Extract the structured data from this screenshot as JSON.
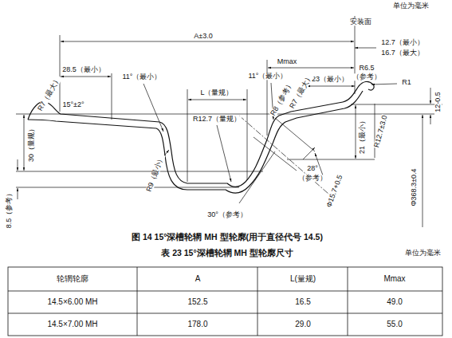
{
  "diagram": {
    "caption": "图 14  15°深槽轮辋 MH 型轮廓(用于直径代号 14.5)",
    "labels": [
      "单位为毫米",
      "安装面",
      "A±3.0",
      "12.7（最小）",
      "16.7（最大）",
      "28.5（最小）",
      "Mmax",
      "R6.5",
      "（参考）",
      "R1",
      "11°（最小）",
      "11°（最小）",
      "23（最小）",
      "R7（最大）",
      "15°±2°",
      "L（量规）",
      "R8（参考）",
      "R7（最大）",
      "R12.7±3.0",
      "12-0.5",
      "30（量规）",
      "R12.7（量规）",
      "21（最小）",
      "Φ368.3±0.4",
      "R9（最小）",
      "28°",
      "（参考）",
      "Φ15.7+0.5",
      "8.5（参考）",
      "30°（参考）",
      "表 23  15°深槽轮辋 MH 型轮廓尺寸",
      "单位为毫米",
      "轮辋轮廓",
      "A",
      "L(量规)",
      "Mmax",
      "14.5×6.00 MH",
      "152.5",
      "16.5",
      "49.0",
      "14.5×7.00 MH",
      "178.0",
      "29.0",
      "55.0"
    ]
  }
}
